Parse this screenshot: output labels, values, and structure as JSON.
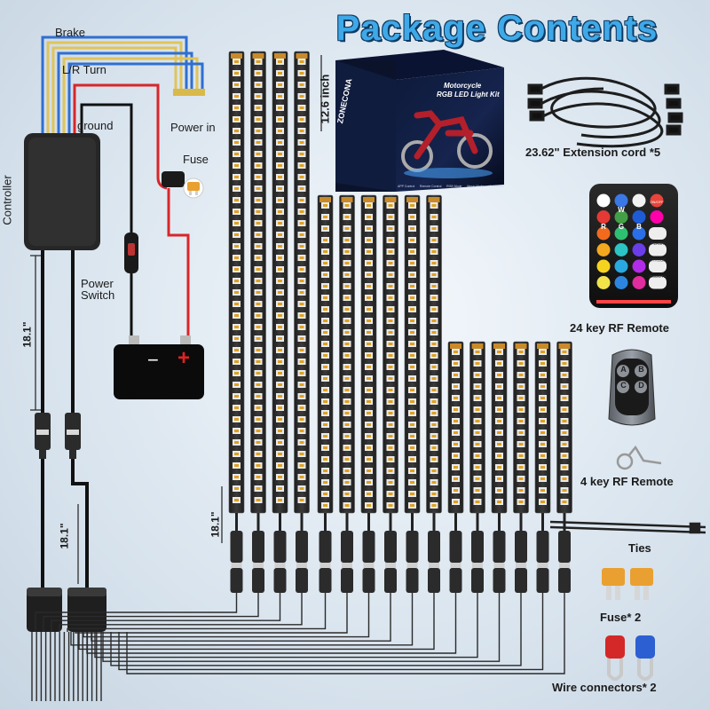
{
  "title": "Package Contents",
  "wiring": {
    "brake": "Brake",
    "turn": "L/R Turn",
    "ground": "ground",
    "power_in": "Power in",
    "fuse": "Fuse",
    "controller": "Controller",
    "power_switch": "Power\nSwitch",
    "dim_controller_cable": "18.1\"",
    "dim_lower_cable": "18.1\"",
    "dim_strip_cable": "18.1\"",
    "battery_minus": "−",
    "battery_plus": "+"
  },
  "strips": {
    "long_label": "12.6 inch",
    "long_count": 4,
    "medium_count": 6,
    "short_count": 6
  },
  "box": {
    "brand": "ZONECONA",
    "product_line1": "Motorcycle",
    "product_line2": "RGB LED Light Kit",
    "features": [
      "APP Control",
      "Remote Control",
      "RGB Mode",
      "Music Mode",
      "Waterproof"
    ]
  },
  "accessories": {
    "extension": "23.62\" Extension cord *5",
    "remote24": "24 key RF Remote",
    "remote24_buttons": [
      "ON/OFF",
      "FLASH",
      "STROBE",
      "SMOOTH"
    ],
    "remote24_letters": [
      "R",
      "G",
      "B",
      "W"
    ],
    "remote4": "4 key RF Remote",
    "remote4_keys": [
      "A",
      "B",
      "C",
      "D"
    ],
    "ties": "Ties",
    "fuse": "Fuse* 2",
    "wire_connectors": "Wire connectors* 2"
  },
  "colors": {
    "accent": "#3fa9e8",
    "wire_blue": "#2f6fd1",
    "wire_yellow": "#e0c45a",
    "wire_red": "#d8262a",
    "fuse": "#e9a030"
  }
}
